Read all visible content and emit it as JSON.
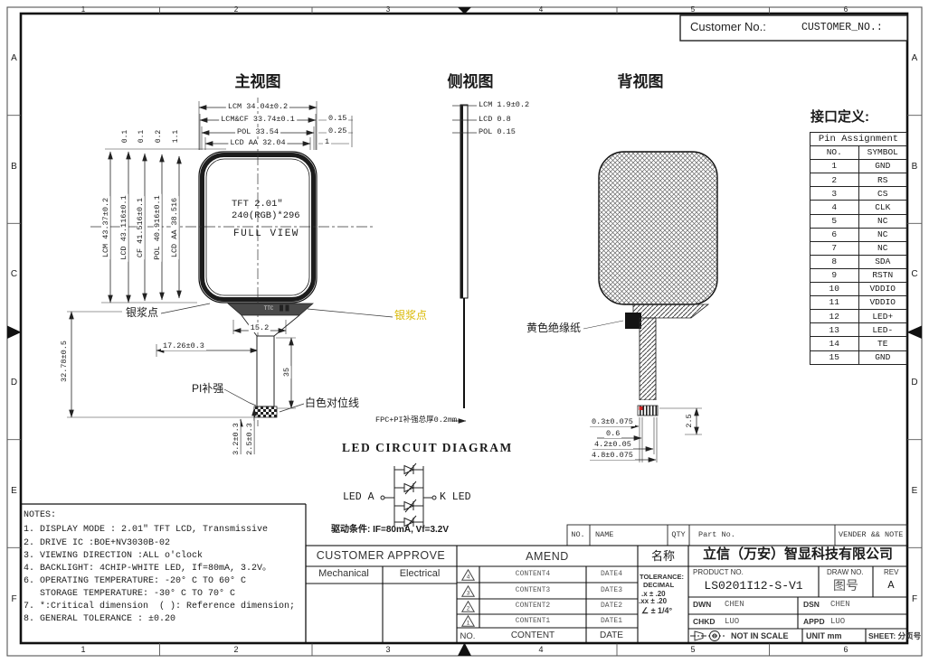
{
  "frame": {
    "cols": [
      "1",
      "2",
      "3",
      "4",
      "5",
      "6"
    ],
    "rows": [
      "A",
      "B",
      "C",
      "D",
      "E",
      "F"
    ]
  },
  "customer": {
    "label": "Customer No.:",
    "value": "CUSTOMER_NO.:"
  },
  "front": {
    "title": "主视图",
    "dims_top": [
      "LCM 34.04±0.2",
      "LCM&CF 33.74±0.1",
      "POL 33.54",
      "LCD AA 32.04"
    ],
    "offsets_right": [
      "0.15",
      "0.25",
      "1"
    ],
    "dims_left": [
      "LCM 43.37±0.2",
      "LCD 43.116±0.1",
      "CF 41.516±0.1",
      "POL 40.916±0.1",
      "LCD AA 38.516"
    ],
    "gaps_top": [
      "0.1",
      "0.1",
      "0.2",
      "1.1"
    ],
    "screen": [
      "TFT 2.01\"",
      "240(RGB)*296",
      "FULL VIEW"
    ],
    "marking": "TTC",
    "labels": {
      "silver_left": "银浆点",
      "silver_right": "银浆点",
      "pi": "PI补强",
      "white_align": "白色对位线"
    },
    "dims": {
      "w1": "15.2",
      "w2": "17.26±0.3",
      "h1": "35",
      "h2": "32.78±0.5",
      "b1": "3.2±0.3",
      "b2": "2.5±0.3"
    }
  },
  "side": {
    "title": "侧视图",
    "dims": [
      "LCM 1.9±0.2",
      "LCD 0.8",
      "POL 0.15"
    ],
    "note": "FPC+PI补强总厚0.2mm"
  },
  "back": {
    "title": "背视图",
    "insulation": "黄色绝缘纸",
    "dims": [
      "0.3±0.075",
      "0.6",
      "4.2±0.05",
      "4.8±0.075"
    ],
    "dim_v": "2.5"
  },
  "pins": {
    "heading": "接口定义:",
    "title": "Pin Assignment",
    "col_no": "NO.",
    "col_symbol": "SYMBOL",
    "rows": [
      [
        "1",
        "GND"
      ],
      [
        "2",
        "RS"
      ],
      [
        "3",
        "CS"
      ],
      [
        "4",
        "CLK"
      ],
      [
        "5",
        "NC"
      ],
      [
        "6",
        "NC"
      ],
      [
        "7",
        "NC"
      ],
      [
        "8",
        "SDA"
      ],
      [
        "9",
        "RSTN"
      ],
      [
        "10",
        "VDDIO"
      ],
      [
        "11",
        "VDDIO"
      ],
      [
        "12",
        "LED+"
      ],
      [
        "13",
        "LED-"
      ],
      [
        "14",
        "TE"
      ],
      [
        "15",
        "GND"
      ]
    ]
  },
  "led": {
    "title": "LED CIRCUIT DIAGRAM",
    "anode": "LED A",
    "cathode": "K LED",
    "condition": "驱动条件: IF=80mA, Vf=3.2V"
  },
  "notes": {
    "heading": "NOTES:",
    "lines": [
      "1. DISPLAY MODE : 2.01\" TFT LCD, Transmissive",
      "2. DRIVE IC :BOE+NV3030B-02",
      "3. VIEWING DIRECTION :ALL o'clock",
      "4. BACKLIGHT: 4CHIP-WHITE LED, If=80mA, 3.2V。",
      "6. OPERATING TEMPERATURE: -20° C TO 60° C",
      "   STORAGE TEMPERATURE: -30° C TO 70° C",
      "7. *:Critical dimension  ( ): Reference dimension;",
      "8. GENERAL TOLERANCE : ±0.20"
    ]
  },
  "parts": {
    "no": "NO.",
    "name": "NAME",
    "qty": "QTY",
    "part_no": "Part No.",
    "vendor": "VENDER && NOTE"
  },
  "approve": {
    "title": "CUSTOMER APPROVE",
    "mech": "Mechanical",
    "elec": "Electrical"
  },
  "amend": {
    "title": "AMEND",
    "rows": [
      {
        "rev": "4",
        "content": "CONTENT4",
        "date": "DATE4"
      },
      {
        "rev": "3",
        "content": "CONTENT3",
        "date": "DATE3"
      },
      {
        "rev": "2",
        "content": "CONTENT2",
        "date": "DATE2"
      },
      {
        "rev": "1",
        "content": "CONTENT1",
        "date": "DATE1"
      }
    ],
    "footer": {
      "no": "NO.",
      "content": "CONTENT",
      "date": "DATE"
    }
  },
  "titleblock": {
    "name_label": "名称",
    "company": "立信（万安）智显科技有限公司",
    "tolerance": [
      "TOLERANCE:",
      "DECIMAL",
      ".x ± .20",
      ".xx ± .20",
      "∠ ± 1/4°"
    ],
    "product_label": "PRODUCT NO.",
    "product_no": "LS0201I12-S-V1",
    "draw_label": "DRAW NO.",
    "draw_no": "图号",
    "rev_label": "REV",
    "rev": "A",
    "dwn_label": "DWN",
    "dwn": "CHEN",
    "dsn_label": "DSN",
    "dsn": "CHEN",
    "chkd_label": "CHKD",
    "chkd": "LUO",
    "appd_label": "APPD",
    "appd": "LUO",
    "scale_note": "NOT IN SCALE",
    "unit": "UNIT mm",
    "sheet": "SHEET: 分页号"
  },
  "colors": {
    "accent_yellow": "#d9b800",
    "line": "#1a1a1a",
    "red_mark": "#cc2222"
  }
}
